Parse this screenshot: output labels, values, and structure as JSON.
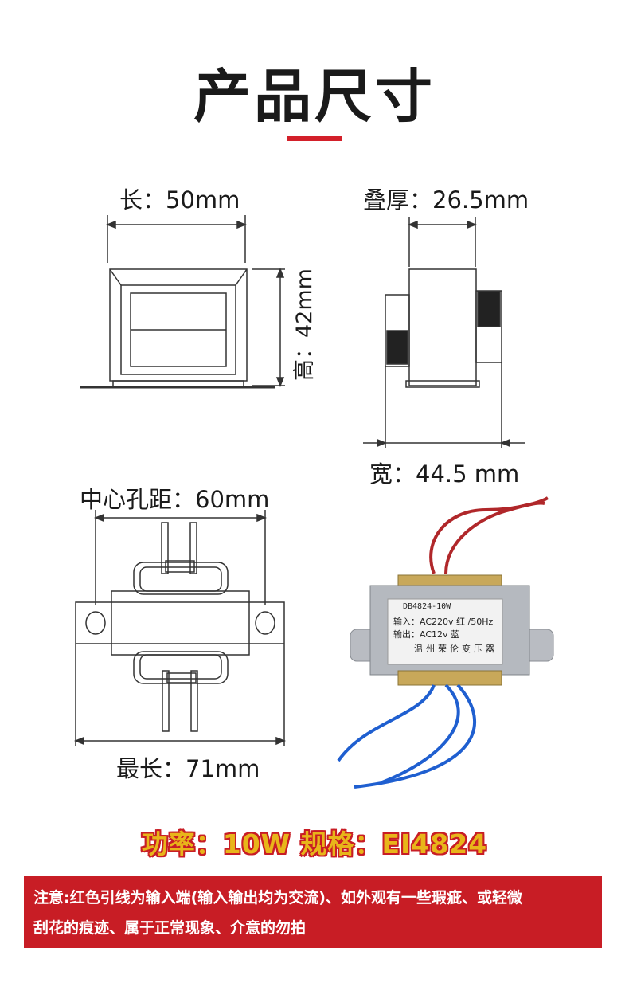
{
  "title": "产品尺寸",
  "dimensions": {
    "length": "长：50mm",
    "height": "高：42mm",
    "stack": "叠厚：26.5mm",
    "width": "宽：44.5 mm",
    "hole_spacing": "中心孔距：60mm",
    "max_length": "最长：71mm"
  },
  "label": {
    "model": "DB4824-10W",
    "input": "输入：AC220v 红 /50Hz",
    "output": "输出：AC12v 蓝",
    "maker": "温州荣伦变压器"
  },
  "spec": "功率：10W   规格：EI4824",
  "note": {
    "line1": "注意:红色引线为输入端(输入输出均为交流)、如外观有一些瑕疵、或轻微",
    "line2": "刮花的痕迹、属于正常现象、介意的勿拍"
  },
  "colors": {
    "accent": "#d3202a",
    "note_bg": "#c81d25",
    "spec_text": "#e8b51a"
  }
}
